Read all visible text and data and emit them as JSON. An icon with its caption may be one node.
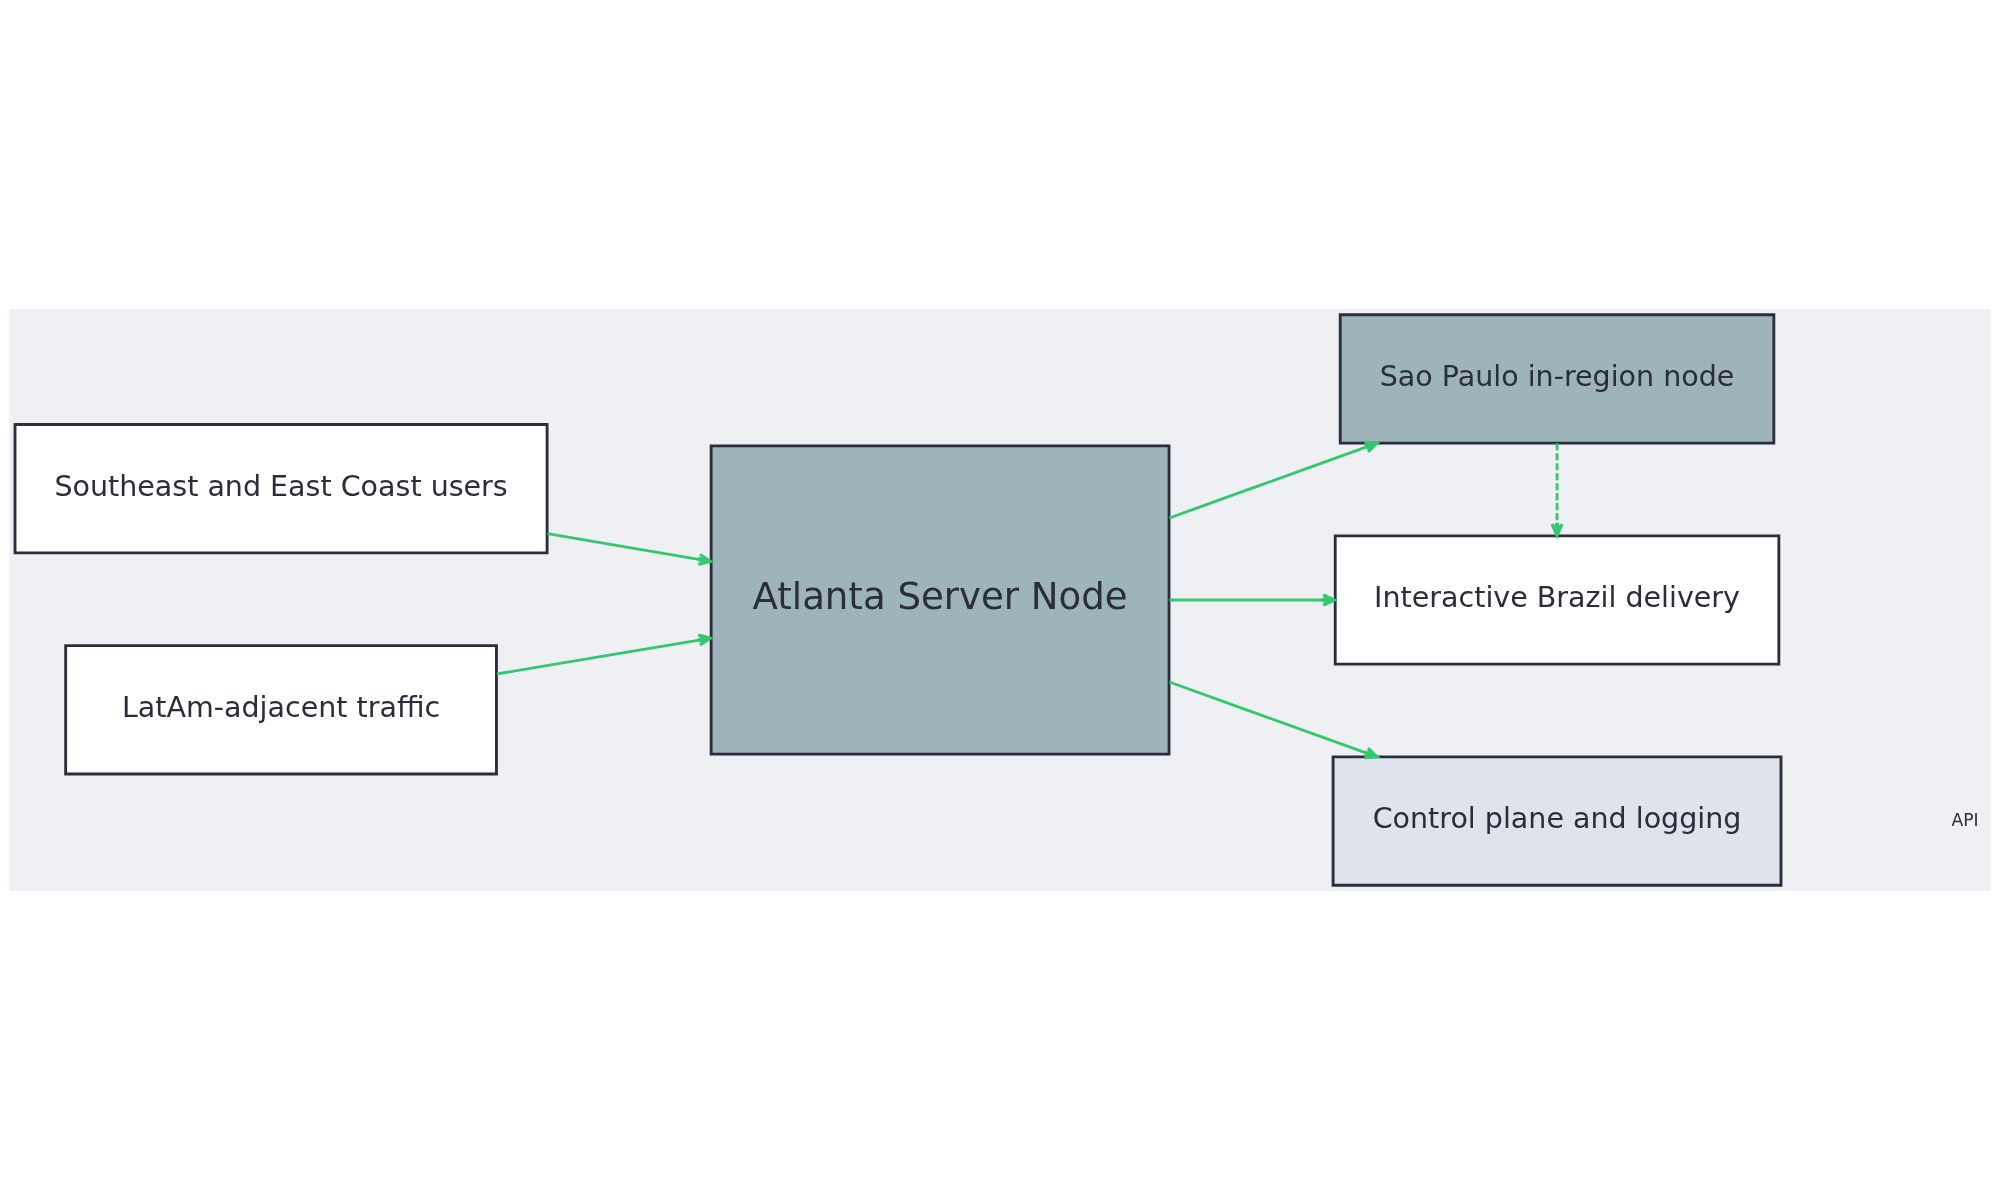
{
  "diagram": {
    "nodes": [
      {
        "text": [
          "Southeast and East Coast users"
        ]
      },
      {
        "text": [
          "LatAm-adjacent traffic"
        ]
      },
      {
        "text": [
          "Atlanta Server Node"
        ]
      },
      {
        "text": [
          "Sao Paulo in-region node"
        ]
      },
      {
        "text": [
          "Interactive Brazil delivery"
        ]
      },
      {
        "text": [
          "Control plane and logging"
        ]
      }
    ],
    "edges": [
      {
        "from": 0,
        "to": 2,
        "arrow": "to"
      },
      {
        "from": 1,
        "to": 2,
        "arrow": "to"
      },
      {
        "from": 2,
        "to": 3,
        "arrow": "to"
      },
      {
        "from": 3,
        "to": 4,
        "arrow": "to",
        "style": "dashed"
      },
      {
        "from": 2,
        "to": 4,
        "arrow": "to"
      },
      {
        "from": 2,
        "to": 5,
        "arrow": "to"
      }
    ],
    "labels": [
      "API"
    ]
  }
}
